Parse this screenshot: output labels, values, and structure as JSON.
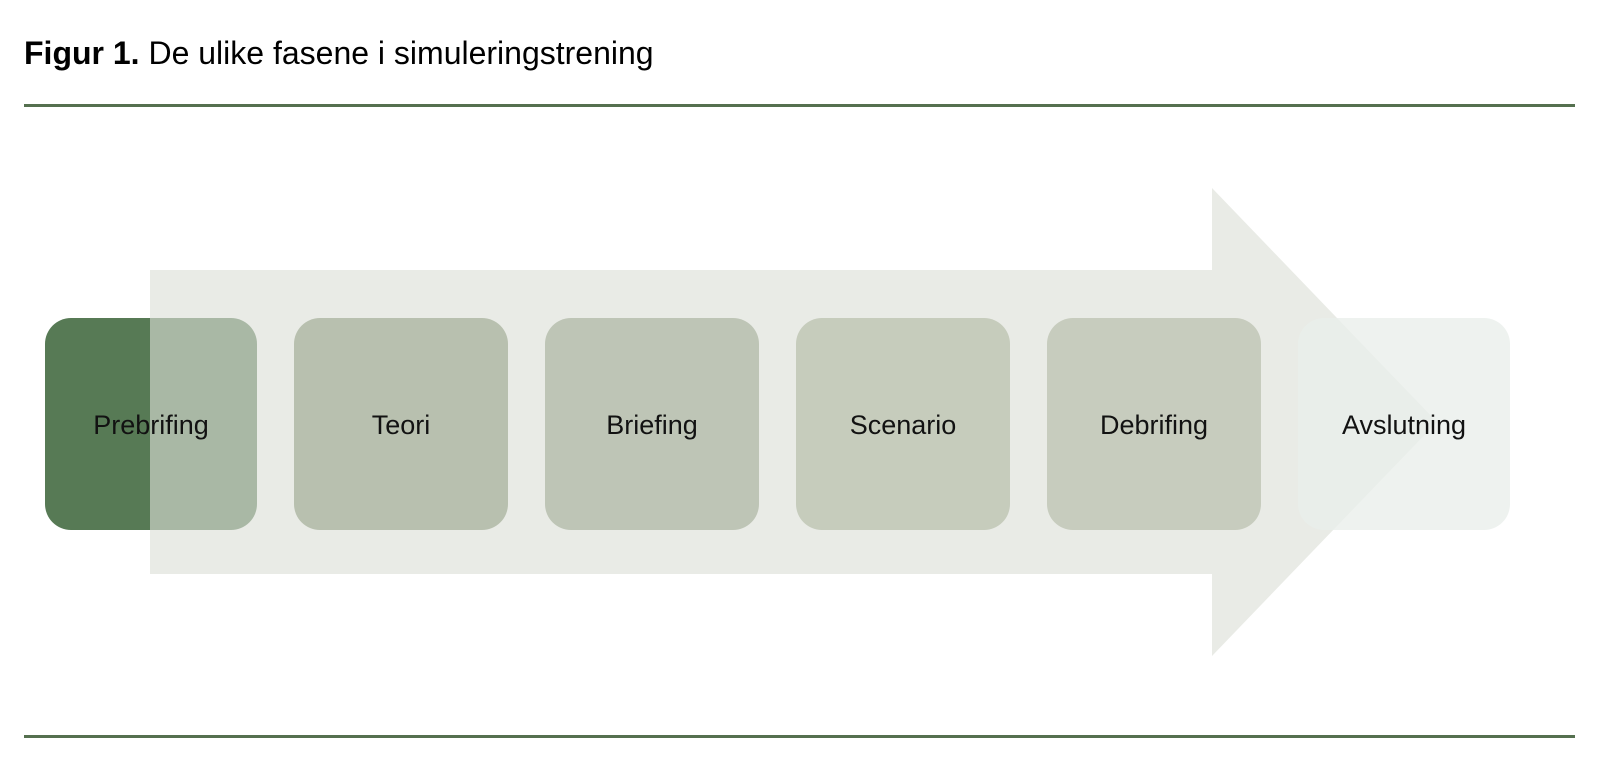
{
  "figure": {
    "caption_label": "Figur 1.",
    "caption_text": "De ulike fasene i simuleringstrening",
    "rule_color": "#55704f",
    "background_color": "#ffffff"
  },
  "diagram": {
    "type": "process-arrow",
    "arrow": {
      "name": "process-arrow-shape",
      "fill": "#e6e7e2",
      "direction": "right"
    },
    "phases": [
      {
        "label": "Prebrifing",
        "color": "#577a55",
        "index": 1
      },
      {
        "label": "Teori",
        "color": "#7f8f6e",
        "index": 2
      },
      {
        "label": "Briefing",
        "color": "#8e9b80",
        "index": 3
      },
      {
        "label": "Scenario",
        "color": "#a3ad92",
        "index": 4
      },
      {
        "label": "Debrifing",
        "color": "#a6af95",
        "index": 5
      },
      {
        "label": "Avslutning",
        "color": "#e6ebe6",
        "index": 6
      }
    ],
    "label_color": "#121212"
  }
}
